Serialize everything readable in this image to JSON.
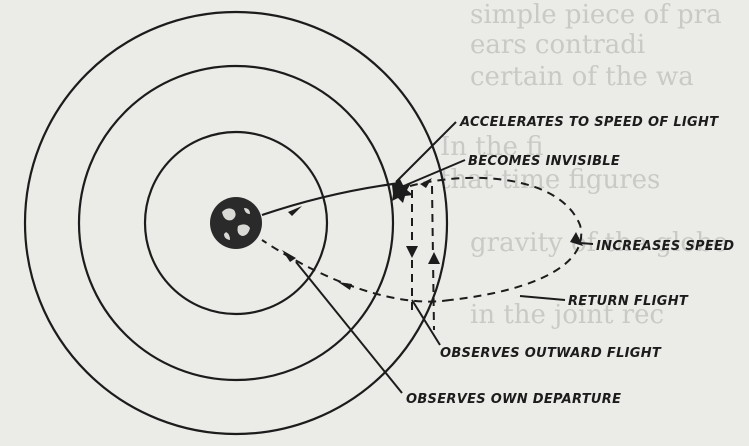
{
  "labels": {
    "accelerates": "ACCELERATES TO SPEED OF LIGHT",
    "invisible": "BECOMES INVISIBLE",
    "increases": "INCREASES SPEED",
    "return": "RETURN FLIGHT",
    "observes_outward": "OBSERVES OUTWARD FLIGHT",
    "observes_departure": "OBSERVES OWN DEPARTURE"
  },
  "colors": {
    "ink": "#1c1c1c",
    "paper": "#ebebe8",
    "bleed_text": "#c9c9c6"
  }
}
